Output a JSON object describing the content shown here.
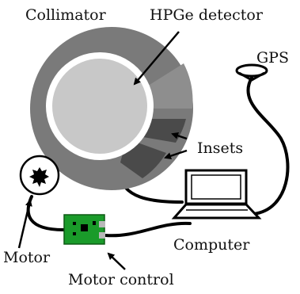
{
  "labels": {
    "collimator": "Collimator",
    "hpge_detector": "HPGe detector",
    "gps": "GPS",
    "insets": "Insets",
    "motor": "Motor",
    "computer": "Computer",
    "motor_control": "Motor control"
  },
  "colors": {
    "collimator": "#7a7a7a",
    "collimator_light": "#8e8e8e",
    "inset": "#4a4a4a",
    "detector": "#c8c8c8",
    "board": "#1a9b2a",
    "cable": "#000000",
    "background": "#ffffff"
  }
}
